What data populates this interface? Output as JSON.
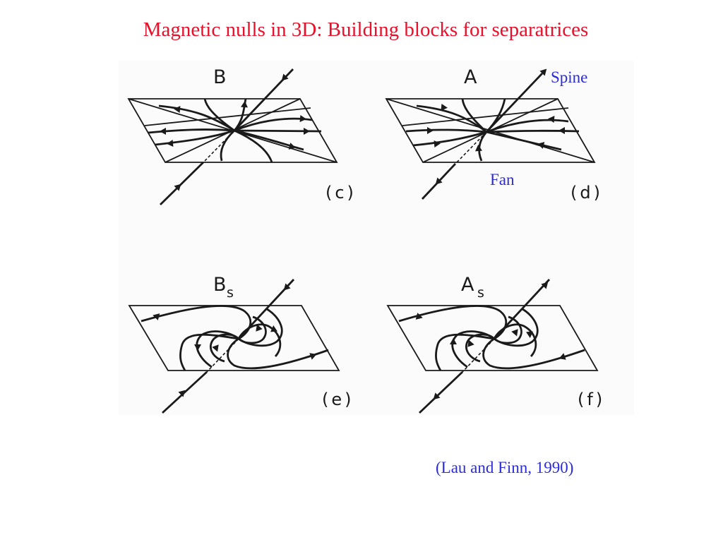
{
  "title": "Magnetic nulls in 3D: Building blocks for separatrices",
  "panels": {
    "c": {
      "letter": "B",
      "sub": "",
      "tag": "(c)"
    },
    "d": {
      "letter": "A",
      "sub": "",
      "tag": "(d)"
    },
    "e": {
      "letter": "B",
      "sub": "s",
      "tag": "(e)"
    },
    "f": {
      "letter": "A",
      "sub": "s",
      "tag": "(f)"
    }
  },
  "annotations": {
    "spine": "Spine",
    "fan": "Fan"
  },
  "citation": "(Lau and Finn, 1990)",
  "colors": {
    "title": "#e8102a",
    "annotation": "#2b2bd8",
    "ink": "#1a1a1a"
  }
}
